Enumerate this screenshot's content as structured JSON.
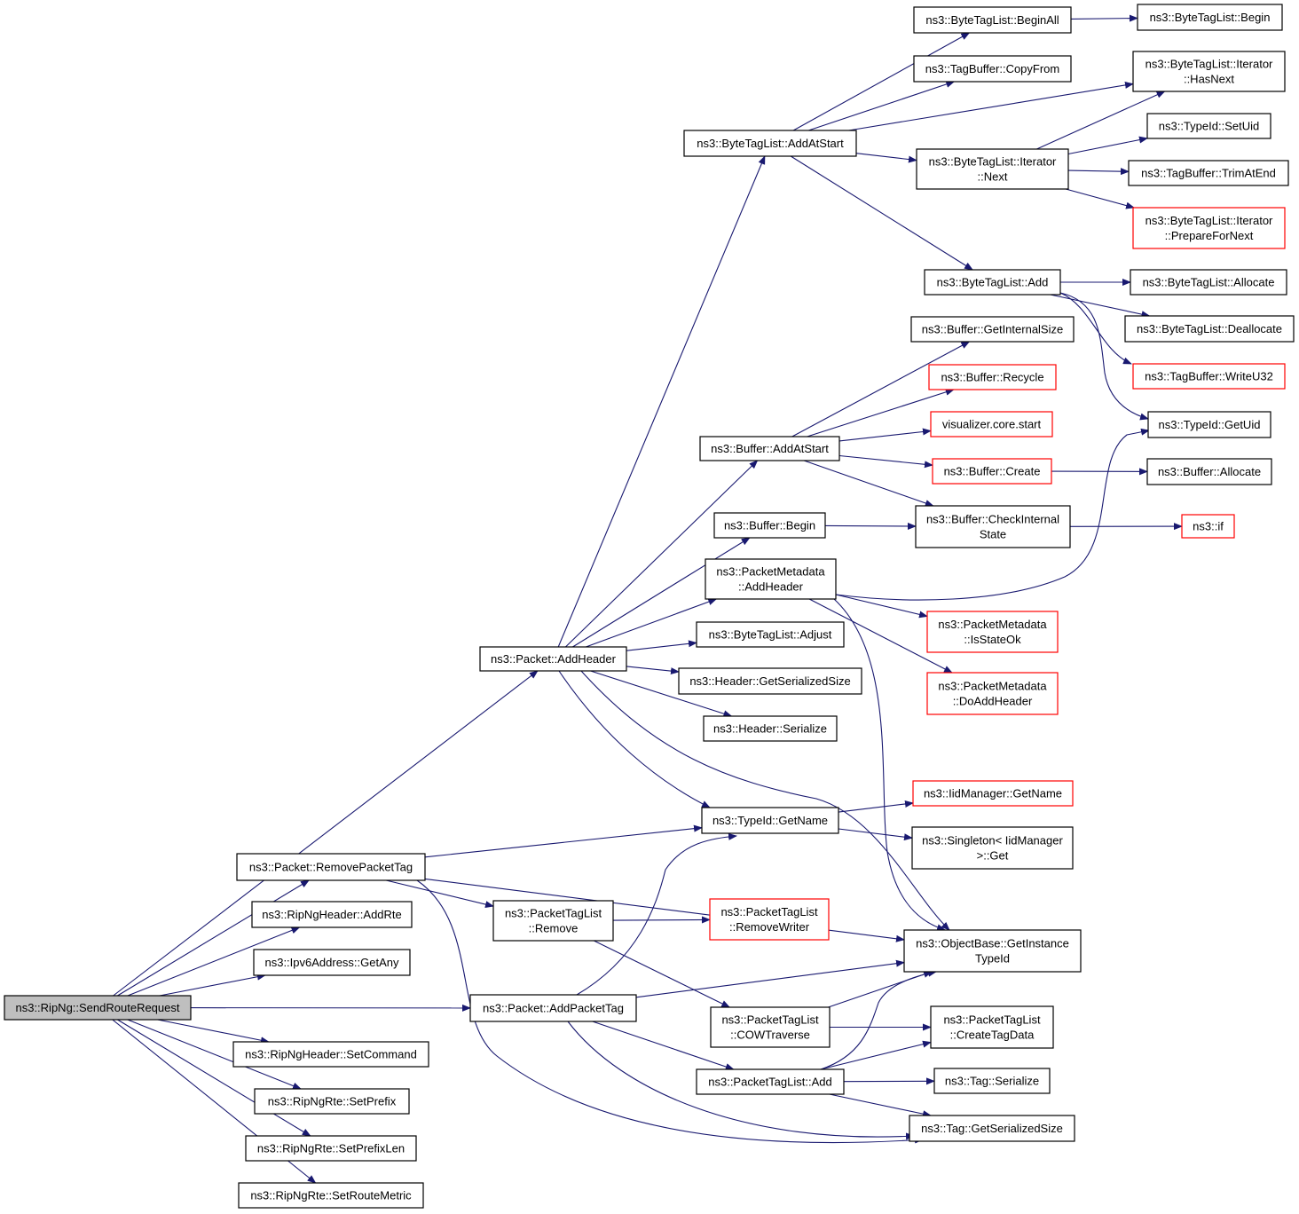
{
  "colors": {
    "edge": "#191970",
    "border_normal": "#000000",
    "border_truncated": "#ff0000",
    "root_fill": "#bfbfbf",
    "node_fill": "#ffffff"
  },
  "nodes": [
    {
      "id": "root",
      "lines": [
        "ns3::RipNg::SendRouteRequest"
      ],
      "kind": "root"
    },
    {
      "id": "pkt_addheader",
      "lines": [
        "ns3::Packet::AddHeader"
      ],
      "kind": "normal"
    },
    {
      "id": "pkt_removepackettag",
      "lines": [
        "ns3::Packet::RemovePacketTag"
      ],
      "kind": "normal"
    },
    {
      "id": "ripngheader_addrte",
      "lines": [
        "ns3::RipNgHeader::AddRte"
      ],
      "kind": "normal"
    },
    {
      "id": "ipv6_getany",
      "lines": [
        "ns3::Ipv6Address::GetAny"
      ],
      "kind": "normal"
    },
    {
      "id": "pkt_addpackettag",
      "lines": [
        "ns3::Packet::AddPacketTag"
      ],
      "kind": "normal"
    },
    {
      "id": "ripngheader_setcommand",
      "lines": [
        "ns3::RipNgHeader::SetCommand"
      ],
      "kind": "normal"
    },
    {
      "id": "ripngrte_setprefix",
      "lines": [
        "ns3::RipNgRte::SetPrefix"
      ],
      "kind": "normal"
    },
    {
      "id": "ripngrte_setprefixlen",
      "lines": [
        "ns3::RipNgRte::SetPrefixLen"
      ],
      "kind": "normal"
    },
    {
      "id": "ripngrte_setroutemetric",
      "lines": [
        "ns3::RipNgRte::SetRouteMetric"
      ],
      "kind": "normal"
    },
    {
      "id": "btl_addatstart",
      "lines": [
        "ns3::ByteTagList::AddAtStart"
      ],
      "kind": "normal"
    },
    {
      "id": "buf_addatstart",
      "lines": [
        "ns3::Buffer::AddAtStart"
      ],
      "kind": "normal"
    },
    {
      "id": "buf_begin",
      "lines": [
        "ns3::Buffer::Begin"
      ],
      "kind": "normal"
    },
    {
      "id": "pm_addheader",
      "lines": [
        "ns3::PacketMetadata",
        "::AddHeader"
      ],
      "kind": "normal"
    },
    {
      "id": "btl_adjust",
      "lines": [
        "ns3::ByteTagList::Adjust"
      ],
      "kind": "normal"
    },
    {
      "id": "hdr_getserializedsize",
      "lines": [
        "ns3::Header::GetSerializedSize"
      ],
      "kind": "normal"
    },
    {
      "id": "hdr_serialize",
      "lines": [
        "ns3::Header::Serialize"
      ],
      "kind": "normal"
    },
    {
      "id": "typeid_getname",
      "lines": [
        "ns3::TypeId::GetName"
      ],
      "kind": "normal"
    },
    {
      "id": "ptl_remove",
      "lines": [
        "ns3::PacketTagList",
        "::Remove"
      ],
      "kind": "normal"
    },
    {
      "id": "ptl_cowtraverse",
      "lines": [
        "ns3::PacketTagList",
        "::COWTraverse"
      ],
      "kind": "normal"
    },
    {
      "id": "ptl_add",
      "lines": [
        "ns3::PacketTagList::Add"
      ],
      "kind": "normal"
    },
    {
      "id": "btl_beginall",
      "lines": [
        "ns3::ByteTagList::BeginAll"
      ],
      "kind": "normal"
    },
    {
      "id": "tagbuf_copyfrom",
      "lines": [
        "ns3::TagBuffer::CopyFrom"
      ],
      "kind": "normal"
    },
    {
      "id": "btl_it_next",
      "lines": [
        "ns3::ByteTagList::Iterator",
        "::Next"
      ],
      "kind": "normal"
    },
    {
      "id": "btl_add",
      "lines": [
        "ns3::ByteTagList::Add"
      ],
      "kind": "normal"
    },
    {
      "id": "buf_getinternalsize",
      "lines": [
        "ns3::Buffer::GetInternalSize"
      ],
      "kind": "normal"
    },
    {
      "id": "buf_recycle",
      "lines": [
        "ns3::Buffer::Recycle"
      ],
      "kind": "truncated"
    },
    {
      "id": "vis_core_start",
      "lines": [
        "visualizer.core.start"
      ],
      "kind": "truncated"
    },
    {
      "id": "buf_create",
      "lines": [
        "ns3::Buffer::Create"
      ],
      "kind": "truncated"
    },
    {
      "id": "buf_checkinternalstate",
      "lines": [
        "ns3::Buffer::CheckInternal",
        "State"
      ],
      "kind": "normal"
    },
    {
      "id": "pm_isstateok",
      "lines": [
        "ns3::PacketMetadata",
        "::IsStateOk"
      ],
      "kind": "truncated"
    },
    {
      "id": "pm_doaddheader",
      "lines": [
        "ns3::PacketMetadata",
        "::DoAddHeader"
      ],
      "kind": "truncated"
    },
    {
      "id": "iidmgr_getname",
      "lines": [
        "ns3::IidManager::GetName"
      ],
      "kind": "truncated"
    },
    {
      "id": "singleton_get",
      "lines": [
        "ns3::Singleton< IidManager",
        ">::Get"
      ],
      "kind": "normal"
    },
    {
      "id": "ptl_removewriter",
      "lines": [
        "ns3::PacketTagList",
        "::RemoveWriter"
      ],
      "kind": "truncated"
    },
    {
      "id": "objbase_getinstancetypeid",
      "lines": [
        "ns3::ObjectBase::GetInstance",
        "TypeId"
      ],
      "kind": "normal"
    },
    {
      "id": "ptl_createtagdata",
      "lines": [
        "ns3::PacketTagList",
        "::CreateTagData"
      ],
      "kind": "normal"
    },
    {
      "id": "tag_serialize",
      "lines": [
        "ns3::Tag::Serialize"
      ],
      "kind": "normal"
    },
    {
      "id": "tag_getserializedsize",
      "lines": [
        "ns3::Tag::GetSerializedSize"
      ],
      "kind": "normal"
    },
    {
      "id": "btl_begin",
      "lines": [
        "ns3::ByteTagList::Begin"
      ],
      "kind": "normal"
    },
    {
      "id": "btl_it_hasnext",
      "lines": [
        "ns3::ByteTagList::Iterator",
        "::HasNext"
      ],
      "kind": "normal"
    },
    {
      "id": "typeid_setuid",
      "lines": [
        "ns3::TypeId::SetUid"
      ],
      "kind": "normal"
    },
    {
      "id": "tagbuf_trimatend",
      "lines": [
        "ns3::TagBuffer::TrimAtEnd"
      ],
      "kind": "normal"
    },
    {
      "id": "btl_it_preparefornext",
      "lines": [
        "ns3::ByteTagList::Iterator",
        "::PrepareForNext"
      ],
      "kind": "truncated"
    },
    {
      "id": "btl_allocate",
      "lines": [
        "ns3::ByteTagList::Allocate"
      ],
      "kind": "normal"
    },
    {
      "id": "btl_deallocate",
      "lines": [
        "ns3::ByteTagList::Deallocate"
      ],
      "kind": "normal"
    },
    {
      "id": "tagbuf_writeu32",
      "lines": [
        "ns3::TagBuffer::WriteU32"
      ],
      "kind": "truncated"
    },
    {
      "id": "typeid_getuid",
      "lines": [
        "ns3::TypeId::GetUid"
      ],
      "kind": "normal"
    },
    {
      "id": "buf_allocate",
      "lines": [
        "ns3::Buffer::Allocate"
      ],
      "kind": "normal"
    },
    {
      "id": "ns3_if",
      "lines": [
        "ns3::if"
      ],
      "kind": "truncated"
    }
  ],
  "edges": [
    [
      "root",
      "pkt_addheader"
    ],
    [
      "root",
      "pkt_removepackettag"
    ],
    [
      "root",
      "ripngheader_addrte"
    ],
    [
      "root",
      "ipv6_getany"
    ],
    [
      "root",
      "pkt_addpackettag"
    ],
    [
      "root",
      "ripngheader_setcommand"
    ],
    [
      "root",
      "ripngrte_setprefix"
    ],
    [
      "root",
      "ripngrte_setprefixlen"
    ],
    [
      "root",
      "ripngrte_setroutemetric"
    ],
    [
      "pkt_addheader",
      "btl_addatstart"
    ],
    [
      "pkt_addheader",
      "buf_addatstart"
    ],
    [
      "pkt_addheader",
      "buf_begin"
    ],
    [
      "pkt_addheader",
      "pm_addheader"
    ],
    [
      "pkt_addheader",
      "btl_adjust"
    ],
    [
      "pkt_addheader",
      "hdr_getserializedsize"
    ],
    [
      "pkt_addheader",
      "hdr_serialize"
    ],
    [
      "pkt_addheader",
      "typeid_getname"
    ],
    [
      "pkt_addheader",
      "objbase_getinstancetypeid"
    ],
    [
      "btl_addatstart",
      "btl_beginall"
    ],
    [
      "btl_addatstart",
      "tagbuf_copyfrom"
    ],
    [
      "btl_addatstart",
      "btl_it_hasnext"
    ],
    [
      "btl_addatstart",
      "btl_it_next"
    ],
    [
      "btl_addatstart",
      "btl_add"
    ],
    [
      "btl_beginall",
      "btl_begin"
    ],
    [
      "btl_it_next",
      "btl_it_hasnext"
    ],
    [
      "btl_it_next",
      "typeid_setuid"
    ],
    [
      "btl_it_next",
      "tagbuf_trimatend"
    ],
    [
      "btl_it_next",
      "btl_it_preparefornext"
    ],
    [
      "btl_add",
      "btl_allocate"
    ],
    [
      "btl_add",
      "btl_deallocate"
    ],
    [
      "btl_add",
      "tagbuf_writeu32"
    ],
    [
      "btl_add",
      "typeid_getuid"
    ],
    [
      "buf_addatstart",
      "buf_getinternalsize"
    ],
    [
      "buf_addatstart",
      "buf_recycle"
    ],
    [
      "buf_addatstart",
      "vis_core_start"
    ],
    [
      "buf_addatstart",
      "buf_create"
    ],
    [
      "buf_addatstart",
      "buf_checkinternalstate"
    ],
    [
      "buf_create",
      "buf_allocate"
    ],
    [
      "buf_begin",
      "buf_checkinternalstate"
    ],
    [
      "buf_checkinternalstate",
      "ns3_if"
    ],
    [
      "pm_addheader",
      "typeid_getuid"
    ],
    [
      "pm_addheader",
      "pm_isstateok"
    ],
    [
      "pm_addheader",
      "pm_doaddheader"
    ],
    [
      "pm_addheader",
      "objbase_getinstancetypeid"
    ],
    [
      "typeid_getname",
      "iidmgr_getname"
    ],
    [
      "typeid_getname",
      "singleton_get"
    ],
    [
      "pkt_removepackettag",
      "typeid_getname"
    ],
    [
      "pkt_removepackettag",
      "objbase_getinstancetypeid"
    ],
    [
      "pkt_removepackettag",
      "ptl_remove"
    ],
    [
      "pkt_removepackettag",
      "tag_getserializedsize"
    ],
    [
      "ptl_remove",
      "ptl_removewriter"
    ],
    [
      "ptl_remove",
      "ptl_cowtraverse"
    ],
    [
      "ptl_cowtraverse",
      "objbase_getinstancetypeid"
    ],
    [
      "ptl_cowtraverse",
      "ptl_createtagdata"
    ],
    [
      "pkt_addpackettag",
      "typeid_getname"
    ],
    [
      "pkt_addpackettag",
      "objbase_getinstancetypeid"
    ],
    [
      "pkt_addpackettag",
      "ptl_add"
    ],
    [
      "pkt_addpackettag",
      "tag_getserializedsize"
    ],
    [
      "ptl_add",
      "objbase_getinstancetypeid"
    ],
    [
      "ptl_add",
      "ptl_createtagdata"
    ],
    [
      "ptl_add",
      "tag_serialize"
    ],
    [
      "ptl_add",
      "tag_getserializedsize"
    ]
  ]
}
